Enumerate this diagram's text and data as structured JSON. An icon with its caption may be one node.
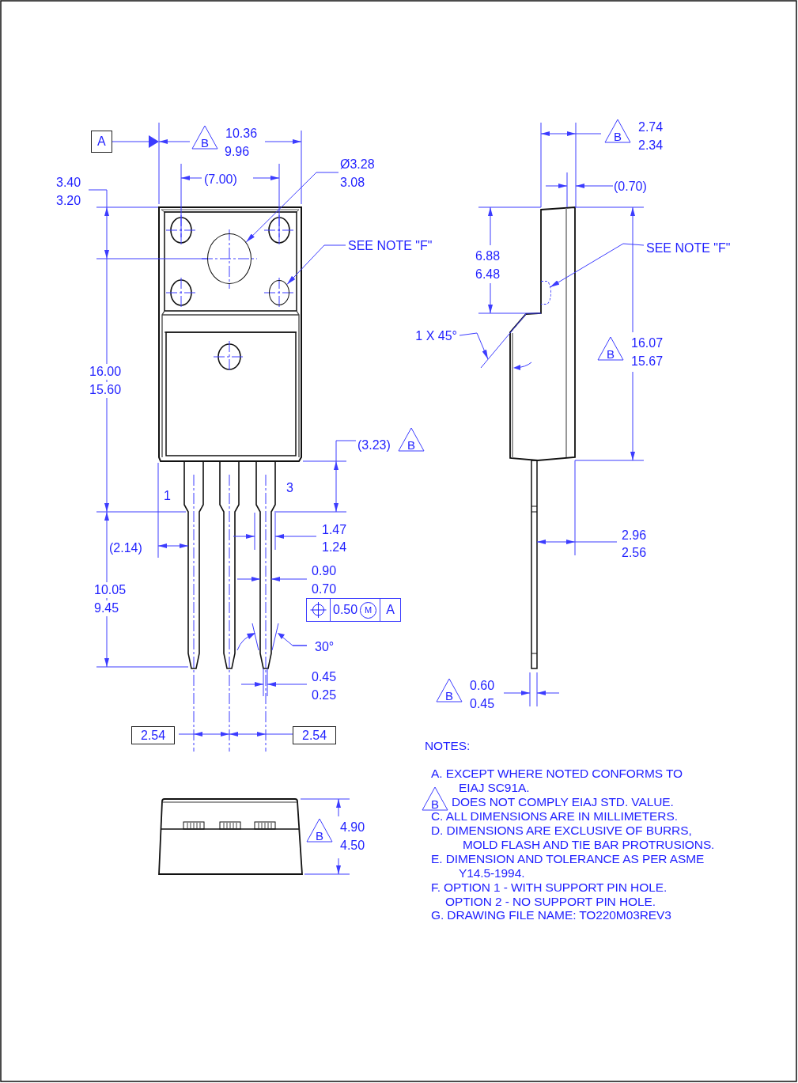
{
  "diagram": {
    "nodes": [
      {
        "text": [
          "SEE NOTE \"F\""
        ]
      },
      {
        "text": [],
        "shape": "circle"
      },
      {
        "text": [
          "Ø3.28",
          "3.08"
        ]
      },
      {
        "text": [],
        "shape": "circle"
      },
      {
        "text": [
          "SEE NOTE \"F\""
        ]
      },
      {
        "text": [],
        "shape": "circle"
      },
      {
        "text": [
          "1 X 45°"
        ]
      },
      {
        "text": [],
        "shape": "line"
      }
    ],
    "edges": [
      {
        "from": 0,
        "to": 1,
        "arrow": "to"
      },
      {
        "from": 2,
        "to": 3,
        "arrow": "to"
      },
      {
        "from": 4,
        "to": 5,
        "arrow": "to"
      },
      {
        "from": 6,
        "to": 7,
        "arrow": "to"
      }
    ],
    "labels": [
      "A",
      "B",
      "10.36",
      "9.96",
      "B",
      "2.74",
      "2.34",
      "(7.00)",
      "(0.70)",
      "3.40",
      "3.20",
      "6.88",
      "6.48",
      "B",
      "16.07",
      "15.67",
      "16.00",
      "15.60",
      "(3.23)",
      "B",
      "3",
      "1",
      "1.47",
      "2.96",
      "(2.14)",
      "1.24",
      "2.56",
      "0.90",
      "10.05",
      "0.70",
      "9.45",
      "0.50",
      "M",
      "A",
      "30°",
      "0.45",
      "B",
      "0.60",
      "0.25",
      "0.45",
      "2.54",
      "2.54",
      "NOTES:",
      "A. EXCEPT WHERE NOTED CONFORMS TO EIAJ SC91A.",
      "B",
      "DOES NOT COMPLY EIAJ STD. VALUE.",
      "C. ALL DIMENSIONS ARE IN MILLIMETERS.",
      "D. DIMENSIONS ARE EXCLUSIVE OF BURRS, MOLD FLASH AND TIE BAR PROTRUSIONS.",
      "E. DIMENSION AND TOLERANCE AS PER ASME Y14.5-1994.",
      "F. OPTION 1 - WITH SUPPORT PIN HOLE. OPTION 2 - NO SUPPORT PIN HOLE.",
      "G. DRAWING FILE NAME: TO220M03REV3",
      "B",
      "4.90",
      "4.50"
    ]
  }
}
